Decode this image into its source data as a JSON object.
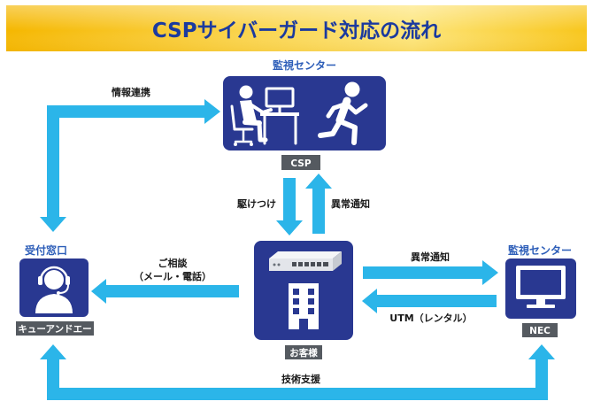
{
  "title": "CSPサイバーガード対応の流れ",
  "colors": {
    "banner_start": "#f5b700",
    "banner_end": "#fde57a",
    "title_text": "#1b3a9f",
    "node_box": "#293891",
    "arrow": "#2bb5e9",
    "header_text": "#2c5db8",
    "label_box": "#555a60"
  },
  "nodes": {
    "csp": {
      "header": "監視センター",
      "label": "CSP",
      "icons": [
        "desk-worker-icon",
        "running-person-icon"
      ]
    },
    "reception": {
      "header": "受付窓口",
      "label": "キューアンドエー",
      "icons": [
        "headset-operator-icon"
      ]
    },
    "customer": {
      "label": "お客様",
      "icons": [
        "router-device-icon",
        "building-icon"
      ]
    },
    "nec": {
      "header": "監視センター",
      "label": "NEC",
      "icons": [
        "monitor-icon"
      ]
    }
  },
  "edges": {
    "info_sharing": "情報連携",
    "rush_to_site": "駆けつけ",
    "alert_to_csp": "異常通知",
    "consult_line1": "ご相談",
    "consult_line2": "（メール・電話）",
    "alert_to_nec": "異常通知",
    "utm_rental": "UTM（レンタル）",
    "tech_support": "技術支援"
  }
}
